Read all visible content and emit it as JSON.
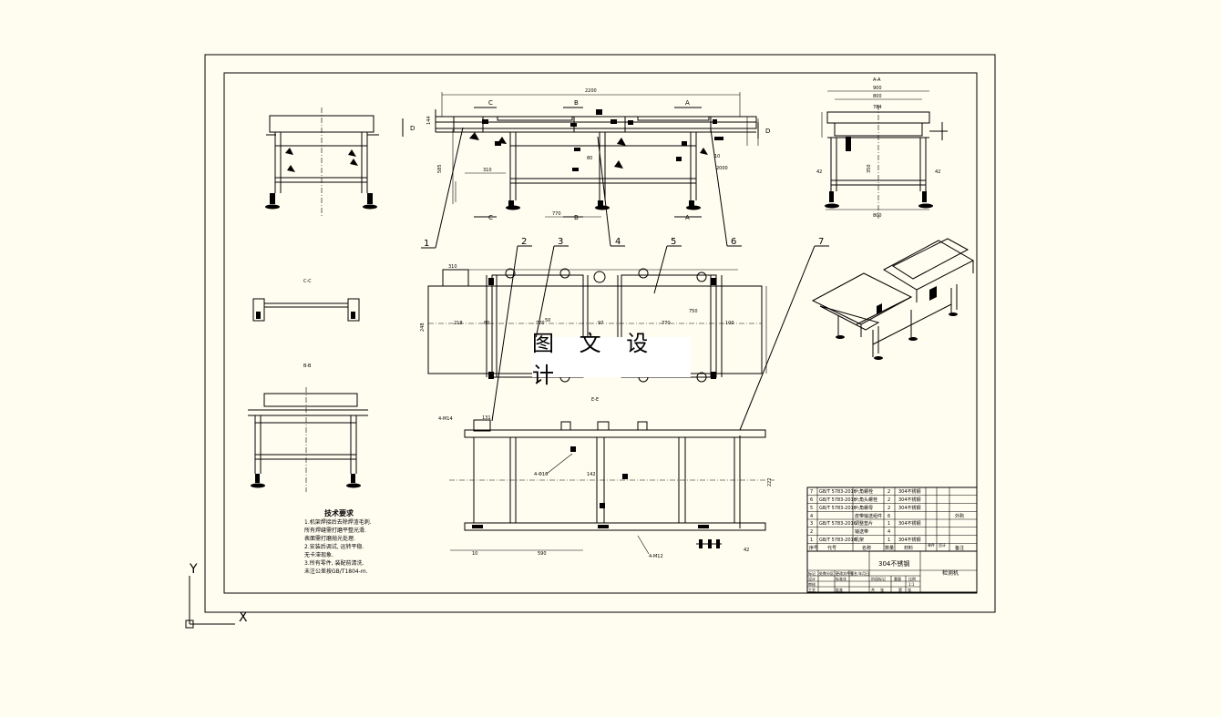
{
  "watermark": "图 文 设 计",
  "ucs": {
    "x_axis": "X",
    "y_axis": "Y"
  },
  "views": {
    "top_section_marks": [
      "C",
      "B",
      "A",
      "D"
    ],
    "top_dims": [
      "2200",
      "144",
      "585",
      "770",
      "80",
      "10",
      "2000"
    ],
    "top_plan_dims": [
      "310",
      "218",
      "60",
      "770",
      "97",
      "770",
      "100",
      "50",
      "248",
      "750"
    ],
    "plan_view_label": "E-E",
    "view_c_label": "C-C",
    "view_b_label": "B-B",
    "section_a_label": "A-A",
    "section_a_dims": [
      "900",
      "800",
      "784",
      "42",
      "42",
      "800",
      "350"
    ],
    "lower_dims": [
      "10",
      "590",
      "42",
      "142",
      "222",
      "4-M12",
      "4-Φ16",
      "4-M14",
      "131"
    ]
  },
  "balloons": [
    "1",
    "2",
    "3",
    "4",
    "5",
    "6",
    "7"
  ],
  "technical_requirements": {
    "title": "技术要求",
    "lines": [
      "1.机架焊接后去除焊渣毛刺.",
      "  所有焊缝需打磨平整光滑.",
      "  表面需打磨抛光处理.",
      "2.安装后调试, 运转平稳.",
      "  无卡滞现象.",
      "3.所有零件, 装配前清洗.",
      "  未注公差按GB/T1804-m."
    ]
  },
  "bom": {
    "rows": [
      {
        "no": "7",
        "code": "GB/T 5783-2016",
        "name": "六角螺栓",
        "qty": "2",
        "material": "304不锈钢",
        "note": ""
      },
      {
        "no": "6",
        "code": "GB/T 5783-2016",
        "name": "六角头螺栓",
        "qty": "2",
        "material": "304不锈钢",
        "note": ""
      },
      {
        "no": "5",
        "code": "GB/T 5783-2016",
        "name": "六角螺母",
        "qty": "2",
        "material": "304不锈钢",
        "note": ""
      },
      {
        "no": "4",
        "code": "",
        "name": "皮带输送组件",
        "qty": "6",
        "material": "",
        "note": "外购"
      },
      {
        "no": "3",
        "code": "GB/T 5783-2016",
        "name": "调整垫片",
        "qty": "1",
        "material": "304不锈钢",
        "note": ""
      },
      {
        "no": "2",
        "code": "",
        "name": "输送带",
        "qty": "4",
        "material": "",
        "note": ""
      },
      {
        "no": "1",
        "code": "GB/T 5783-2016",
        "name": "机架",
        "qty": "1",
        "material": "304不锈钢",
        "note": ""
      }
    ],
    "headers": [
      "序号",
      "代号",
      "名称",
      "数量",
      "材料",
      "单件",
      "总计",
      "备注"
    ]
  },
  "title_block": {
    "material": "304不锈钢",
    "drawing_name": "检测机",
    "labels": [
      "标记",
      "处数",
      "分区",
      "更改文件号",
      "签名",
      "年月日",
      "设计",
      "标准化",
      "审核",
      "工艺",
      "批准",
      "阶段标记",
      "重量",
      "比例",
      "共",
      "张",
      "第",
      "张"
    ],
    "scale": "1:1"
  }
}
